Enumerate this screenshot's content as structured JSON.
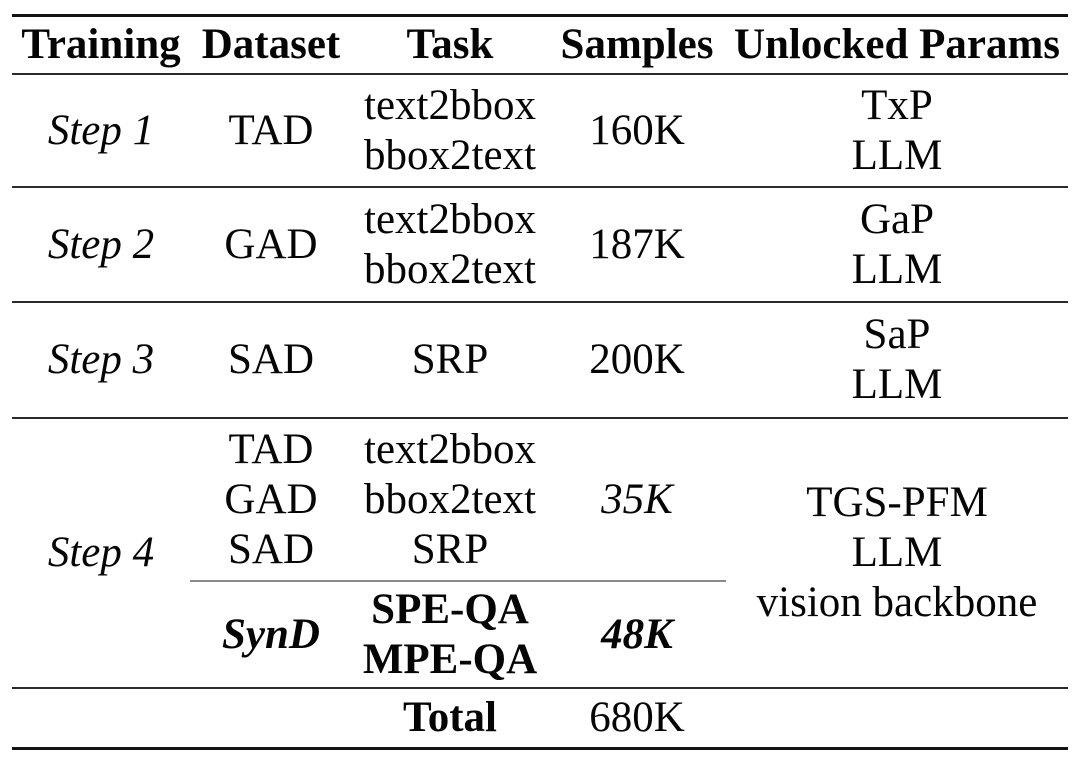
{
  "colors": {
    "text": "#050505",
    "heavy_rule": "#141414",
    "light_rule": "#2b2b2b",
    "partial_rule": "#8a8a8a",
    "background": "#ffffff"
  },
  "table": {
    "header": {
      "training": "Training",
      "dataset": "Dataset",
      "task": "Task",
      "samples": "Samples",
      "params": "Unlocked Params"
    },
    "steps": [
      {
        "training": "Step 1",
        "dataset": [
          "TAD"
        ],
        "task": [
          "text2bbox",
          "bbox2text"
        ],
        "samples": "160K",
        "params": [
          "TxP",
          "LLM"
        ]
      },
      {
        "training": "Step 2",
        "dataset": [
          "GAD"
        ],
        "task": [
          "text2bbox",
          "bbox2text"
        ],
        "samples": "187K",
        "params": [
          "GaP",
          "LLM"
        ]
      },
      {
        "training": "Step 3",
        "dataset": [
          "SAD"
        ],
        "task": [
          "SRP"
        ],
        "samples": "200K",
        "params": [
          "SaP",
          "LLM"
        ]
      },
      {
        "training": "Step 4",
        "sub_rows": [
          {
            "dataset": [
              "TAD",
              "GAD",
              "SAD"
            ],
            "task": [
              "text2bbox",
              "bbox2text",
              "SRP"
            ],
            "samples": "35K"
          },
          {
            "dataset": [
              "SynD"
            ],
            "task": [
              "SPE-QA",
              "MPE-QA"
            ],
            "samples": "48K"
          }
        ],
        "params": [
          "TGS-PFM",
          "LLM",
          "vision backbone"
        ]
      }
    ],
    "total": {
      "label": "Total",
      "samples": "680K"
    }
  }
}
